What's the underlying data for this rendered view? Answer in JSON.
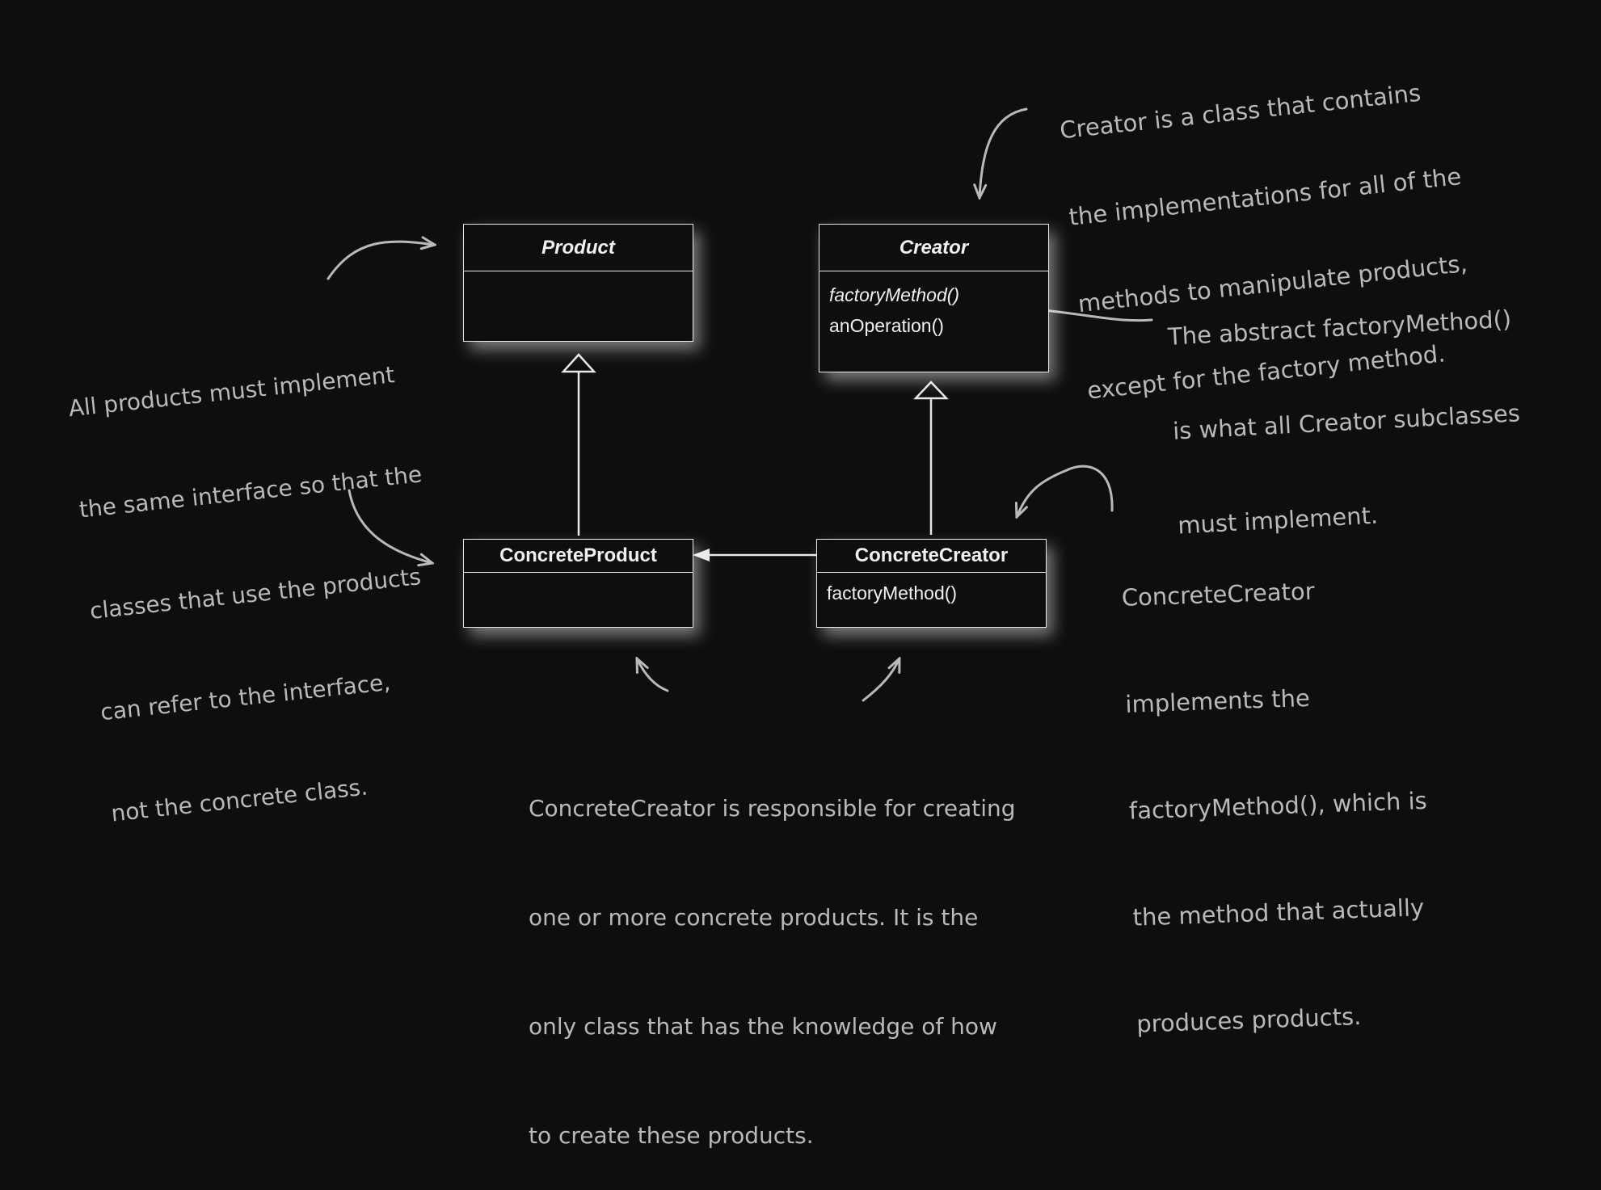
{
  "classes": {
    "product": {
      "name": "Product",
      "operations": []
    },
    "creator": {
      "name": "Creator",
      "operations": [
        "factoryMethod()",
        "anOperation()"
      ]
    },
    "concrete_product": {
      "name": "ConcreteProduct",
      "operations": []
    },
    "concrete_creator": {
      "name": "ConcreteCreator",
      "operations": [
        "factoryMethod()"
      ]
    }
  },
  "notes": {
    "creator_note": [
      "Creator is a class that contains",
      "the implementations for all of the",
      "methods to manipulate products,",
      "except for the factory method."
    ],
    "factory_method_note": [
      "The abstract factoryMethod()",
      "is what all Creator subclasses",
      "must implement."
    ],
    "product_note": [
      "All products must implement",
      "the same interface so that the",
      "classes that use the products",
      "can refer to the interface,",
      "not the concrete class."
    ],
    "concrete_creator_note": [
      "ConcreteCreator",
      "implements the",
      "factoryMethod(), which is",
      "the method that actually",
      "produces products."
    ],
    "bottom_note": [
      "ConcreteCreator is responsible for creating",
      "one or more concrete products. It is the",
      "only class that has the knowledge of how",
      "to create these products."
    ]
  },
  "colors": {
    "background": "#0e0e0e",
    "line": "#e8e8e8",
    "annotation": "#b9b9b9"
  }
}
